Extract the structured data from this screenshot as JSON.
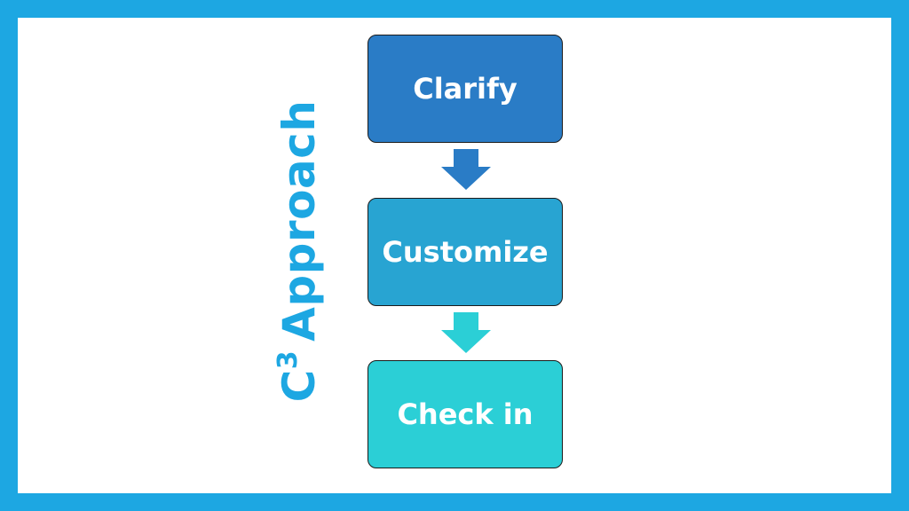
{
  "title": {
    "base": "C",
    "superscript": "3",
    "text": "Approach"
  },
  "steps": [
    {
      "label": "Clarify"
    },
    {
      "label": "Customize"
    },
    {
      "label": "Check in"
    }
  ],
  "colors": {
    "frame": "#1da7e2",
    "title": "#1da7e2",
    "step_fills": [
      "#2a7cc6",
      "#28a4d2",
      "#2bcfd6"
    ],
    "arrow_fills": [
      "#2a7cc6",
      "#2bcfd6"
    ]
  }
}
